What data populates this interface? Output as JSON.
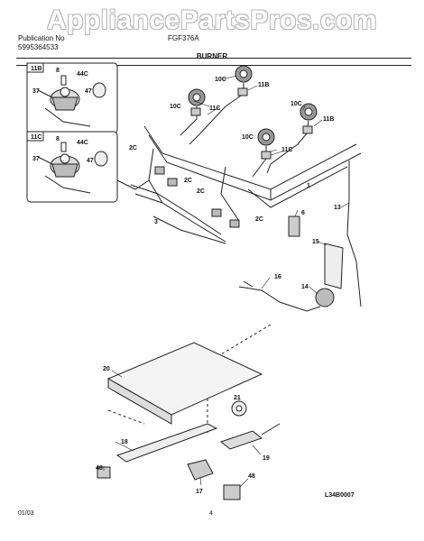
{
  "watermark": "AppliancePartsPros.com",
  "header": {
    "publication_line": "Publication No",
    "publication_number": "5995364533",
    "model_code": "FGF376A",
    "section_title": "BURNER"
  },
  "insets": [
    {
      "title": "11B",
      "labels": [
        "8",
        "44C",
        "37",
        "47"
      ]
    },
    {
      "title": "11C",
      "labels": [
        "8",
        "44C",
        "37",
        "47"
      ]
    }
  ],
  "part_labels": {
    "p10c_a": "10C",
    "p11b_a": "11B",
    "p10c_b": "10C",
    "p11c_a": "11C",
    "p10c_c": "10C",
    "p11b_b": "11B",
    "p10c_d": "10C",
    "p11c_b": "11C",
    "p2c_a": "2C",
    "p2c_b": "2C",
    "p2c_c": "2C",
    "p2c_d": "2C",
    "p3": "3",
    "p1": "1",
    "p6": "6",
    "p13": "13",
    "p15": "15",
    "p16": "16",
    "p14": "14",
    "p20": "20",
    "p21": "21",
    "p18": "18",
    "p19": "19",
    "p48a": "48",
    "p17": "17",
    "p48b": "48"
  },
  "footer": {
    "date": "01/03",
    "page": "4",
    "drawing_code": "L34B0007"
  }
}
